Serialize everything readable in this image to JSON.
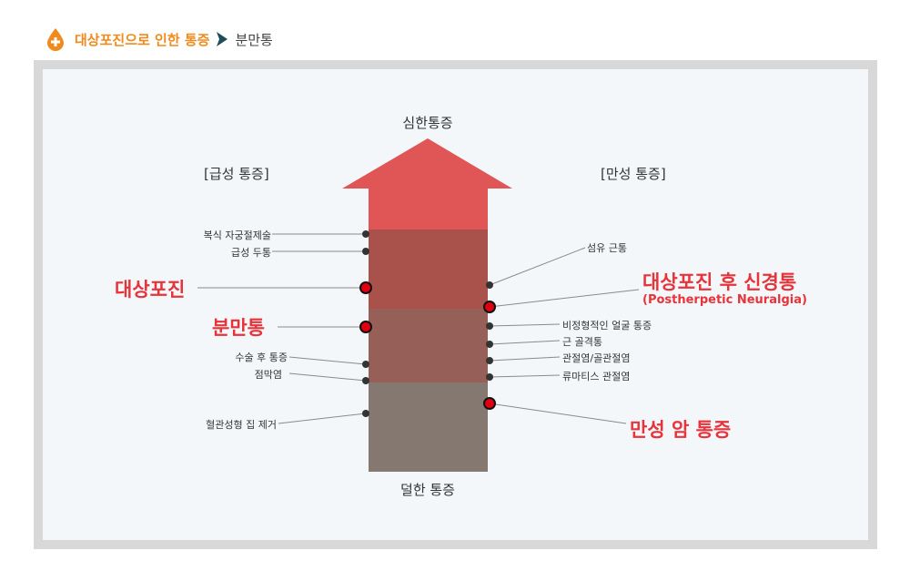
{
  "breadcrumb": {
    "icon": "drop-plus-icon",
    "parent": "대상포진으로 인한 통증",
    "separator_icon": "chevron-right-icon",
    "current": "분만통"
  },
  "diagram": {
    "top_label": "심한통증",
    "bottom_label": "덜한 통증",
    "acute_header": "[급성 통증]",
    "chronic_header": "[만성 통증]",
    "acute_items": [
      "복식 자궁절제술",
      "급성 두통",
      "수술 후 통증",
      "점막염",
      "혈관성형 집 제거"
    ],
    "chronic_items": [
      "섬유 근통",
      "비정형적인 얼굴 통증",
      "근 골격통",
      "관절염/골관절염",
      "류마티스 관절염"
    ],
    "highlights": {
      "shingles": "대상포진",
      "labor": "분만통",
      "phn": "대상포진 후 신경통",
      "phn_en": "(Postherpetic Neuralgia)",
      "cancer": "만성 암 통증"
    },
    "colors": {
      "arrow_head": "#e05555",
      "band1": "#a8524b",
      "band2": "#966058",
      "band3": "#857870",
      "highlight_dot": "#e0000f",
      "highlight_text": "#e7333a",
      "breadcrumb_orange": "#f08a1c",
      "chevron": "#1f4e5a"
    }
  }
}
